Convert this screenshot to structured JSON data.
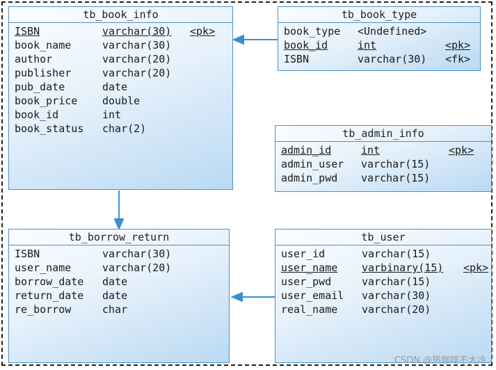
{
  "tables": {
    "book_info": {
      "name": "tb_book_info",
      "columns": [
        {
          "name": "ISBN",
          "type": "varchar(30)",
          "key": "<pk>"
        },
        {
          "name": "book_name",
          "type": "varchar(30)",
          "key": ""
        },
        {
          "name": "author",
          "type": "varchar(20)",
          "key": ""
        },
        {
          "name": "publisher",
          "type": "varchar(20)",
          "key": ""
        },
        {
          "name": "pub_date",
          "type": "date",
          "key": ""
        },
        {
          "name": "book_price",
          "type": "double",
          "key": ""
        },
        {
          "name": "book_id",
          "type": "int",
          "key": ""
        },
        {
          "name": "book_status",
          "type": "char(2)",
          "key": ""
        }
      ]
    },
    "book_type": {
      "name": "tb_book_type",
      "columns": [
        {
          "name": "book_type",
          "type": "<Undefined>",
          "key": ""
        },
        {
          "name": "book_id",
          "type": "int",
          "key": "<pk>"
        },
        {
          "name": "ISBN",
          "type": "varchar(30)",
          "key": "<fk>"
        }
      ]
    },
    "admin_info": {
      "name": "tb_admin_info",
      "columns": [
        {
          "name": "admin_id",
          "type": "int",
          "key": "<pk>"
        },
        {
          "name": "admin_user",
          "type": "varchar(15)",
          "key": ""
        },
        {
          "name": "admin_pwd",
          "type": "varchar(15)",
          "key": ""
        }
      ]
    },
    "borrow_return": {
      "name": "tb_borrow_return",
      "columns": [
        {
          "name": "ISBN",
          "type": "varchar(30)",
          "key": ""
        },
        {
          "name": "user_name",
          "type": "varchar(20)",
          "key": ""
        },
        {
          "name": "borrow_date",
          "type": "date",
          "key": ""
        },
        {
          "name": "return_date",
          "type": "date",
          "key": ""
        },
        {
          "name": "re_borrow",
          "type": "char",
          "key": ""
        }
      ]
    },
    "user": {
      "name": "tb_user",
      "columns": [
        {
          "name": "user_id",
          "type": "varchar(15)",
          "key": ""
        },
        {
          "name": "user_name",
          "type": "varbinary(15)",
          "key": "<pk>"
        },
        {
          "name": "user_pwd",
          "type": "varchar(15)",
          "key": ""
        },
        {
          "name": "user_email",
          "type": "varchar(30)",
          "key": ""
        },
        {
          "name": "real_name",
          "type": "varchar(20)",
          "key": ""
        }
      ]
    }
  },
  "watermark": "CSDN @热咖啡不太冷",
  "colors": {
    "border": "#4a90c8",
    "connector": "#3b8fd0"
  }
}
